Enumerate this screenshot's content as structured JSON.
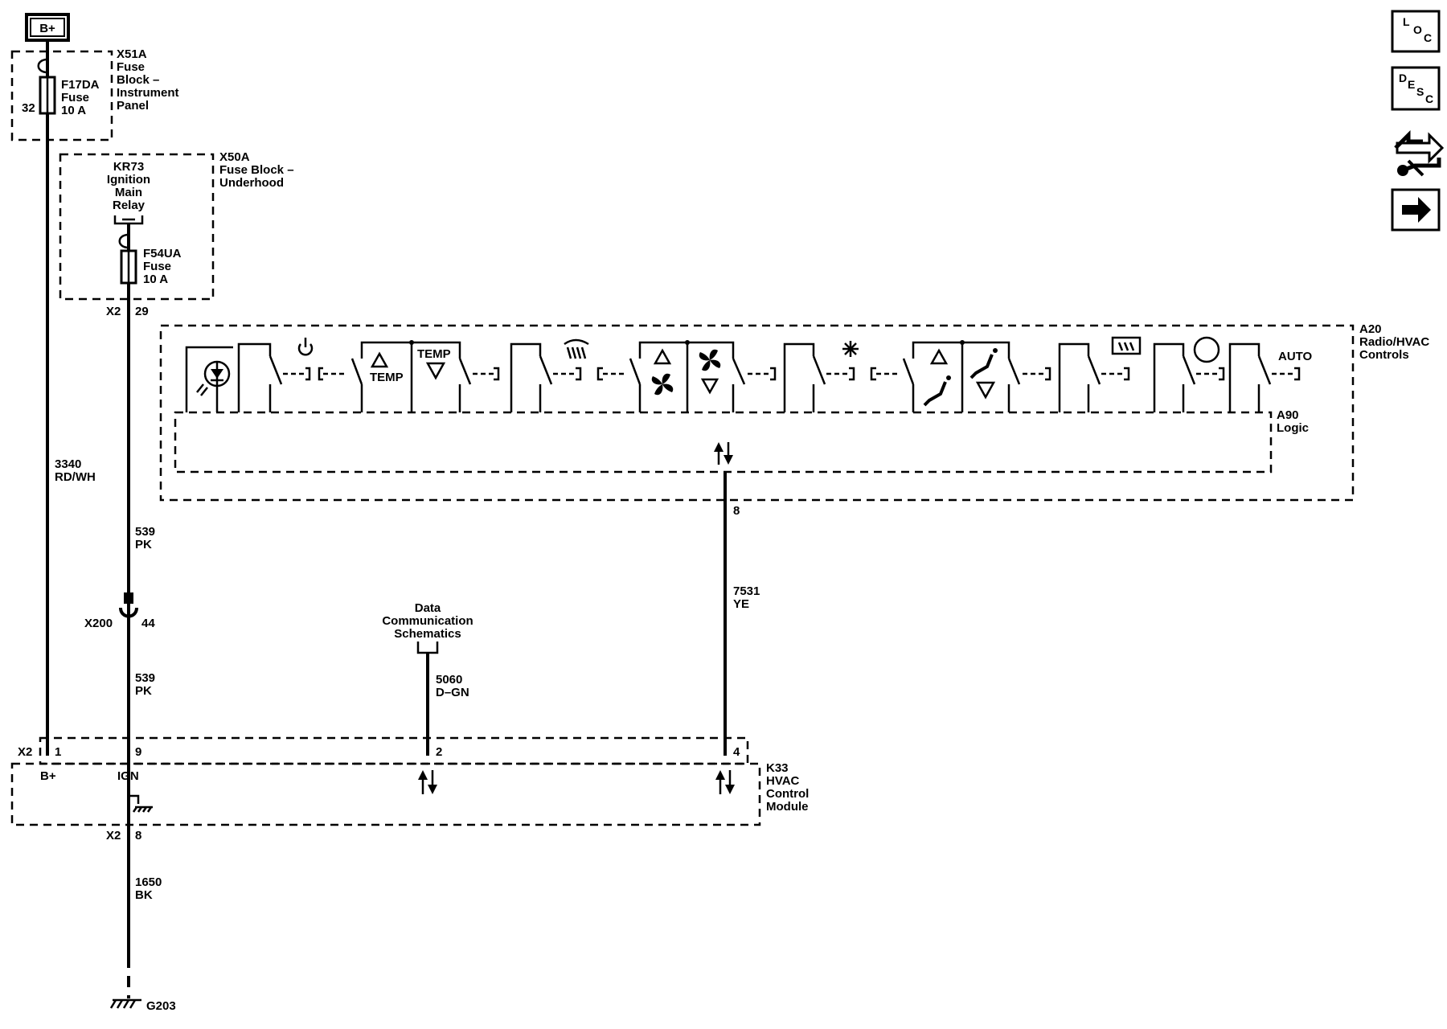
{
  "power_source": {
    "label": "B+"
  },
  "fuse_block_ip": {
    "id": "X51A",
    "name_lines": [
      "Fuse",
      "Block –",
      "Instrument",
      "Panel"
    ],
    "fuse_id": "F17DA",
    "fuse_word": "Fuse",
    "fuse_rating": "10 A",
    "pin": "32"
  },
  "fuse_block_uh": {
    "id": "X50A",
    "name_lines": [
      "Fuse Block –",
      "Underhood"
    ],
    "relay_lines": [
      "KR73",
      "Ignition",
      "Main",
      "Relay"
    ],
    "fuse_id": "F54UA",
    "fuse_word": "Fuse",
    "fuse_rating": "10 A",
    "connector": "X2",
    "pin": "29"
  },
  "wires": {
    "rdwh": {
      "circuit": "3340",
      "color": "RD/WH"
    },
    "pk_upper": {
      "circuit": "539",
      "color": "PK"
    },
    "pk_lower": {
      "circuit": "539",
      "color": "PK"
    },
    "ye": {
      "circuit": "7531",
      "color": "YE"
    },
    "dgn": {
      "circuit": "5060",
      "color": "D–GN"
    },
    "bk": {
      "circuit": "1650",
      "color": "BK"
    }
  },
  "inline_connector": {
    "id": "X200",
    "pin": "44"
  },
  "data_comm": {
    "lines": [
      "Data",
      "Communication",
      "Schematics"
    ]
  },
  "radio_hvac": {
    "id": "A20",
    "name_lines": [
      "Radio/HVAC",
      "Controls"
    ],
    "logic_id": "A90",
    "logic_name": "Logic",
    "pin": "8",
    "temp_label": "TEMP",
    "temp_label_2": "TEMP",
    "auto_label": "AUTO"
  },
  "hvac_module": {
    "id": "K33",
    "name_lines": [
      "HVAC",
      "Control",
      "Module"
    ],
    "connector": "X2",
    "pins": [
      {
        "num": "1",
        "label": "B+"
      },
      {
        "num": "9",
        "label": "IGN"
      },
      {
        "num": "2",
        "label": ""
      },
      {
        "num": "4",
        "label": ""
      }
    ],
    "ground_connector": "X2",
    "ground_pin": "8"
  },
  "ground": {
    "id": "G203"
  },
  "nav_icons": {
    "loc": [
      "L",
      "O",
      "C"
    ],
    "desc": [
      "D",
      "E",
      "S",
      "C"
    ],
    "icon_names": [
      "loc-icon",
      "desc-icon",
      "connector-view-icon",
      "next-arrow-icon"
    ]
  }
}
